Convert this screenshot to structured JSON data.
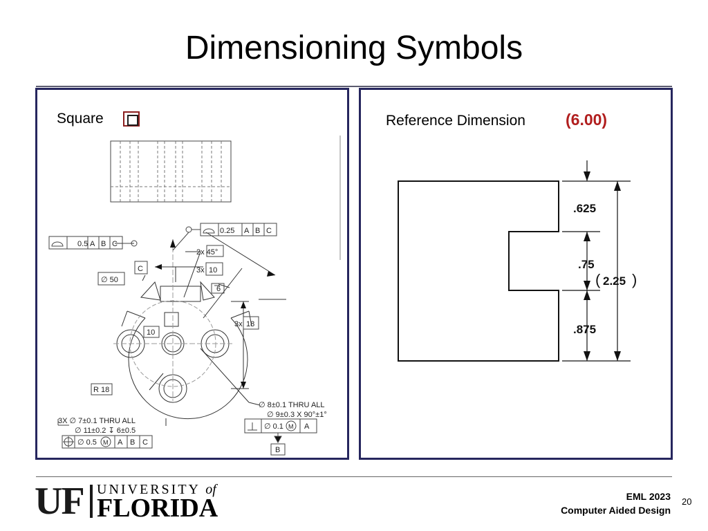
{
  "slide": {
    "title": "Dimensioning Symbols",
    "page_number": "20"
  },
  "left_panel": {
    "label": "Square",
    "symbol_icon": "square-symbol-icon",
    "drawing": {
      "fcf_top": {
        "tolerance": "0.25",
        "datum1": "A",
        "datum2": "B",
        "datum3": "C"
      },
      "fcf_left": {
        "tolerance": "0.5",
        "datum1": "A",
        "datum2": "B",
        "datum3": "C"
      },
      "chamfer": "2x 45°",
      "datum_c": "C",
      "dim_3x10_prefix": "3x",
      "dim_3x10_value": "10",
      "dia_50": "∅ 50",
      "square_6": "6",
      "dim_3x18_prefix": "3x",
      "dim_3x18_value": "18",
      "dim_10": "10",
      "radius": "R 18",
      "hole_note_1": "∅ 8±0.1  THRU ALL",
      "hole_note_2": "∅ 9±0.3  X 90°±1°",
      "fcf_perp": {
        "tolerance": "∅ 0.1",
        "modifier": "M",
        "datum": "A"
      },
      "datum_b": "B",
      "bottom_note_1": "3X  ∅ 7±0.1  THRU ALL",
      "bottom_note_2": "∅ 11±0.2  ↧  6±0.5",
      "fcf_position": {
        "tolerance": "∅ 0.5",
        "modifier": "M",
        "datum1": "A",
        "datum2": "B",
        "datum3": "C"
      }
    }
  },
  "right_panel": {
    "label": "Reference Dimension",
    "ref_value": "(6.00)",
    "dims": {
      "top": ".625",
      "middle": ".75",
      "bottom": ".875",
      "overall": "2.25",
      "paren_open": "(",
      "paren_close": ")"
    }
  },
  "footer": {
    "logo_letters": "UF",
    "logo_university": "UNIVERSITY",
    "logo_of": "of",
    "logo_florida": "FLORIDA",
    "course_code": "EML 2023",
    "course_name": "Computer Aided Design"
  }
}
